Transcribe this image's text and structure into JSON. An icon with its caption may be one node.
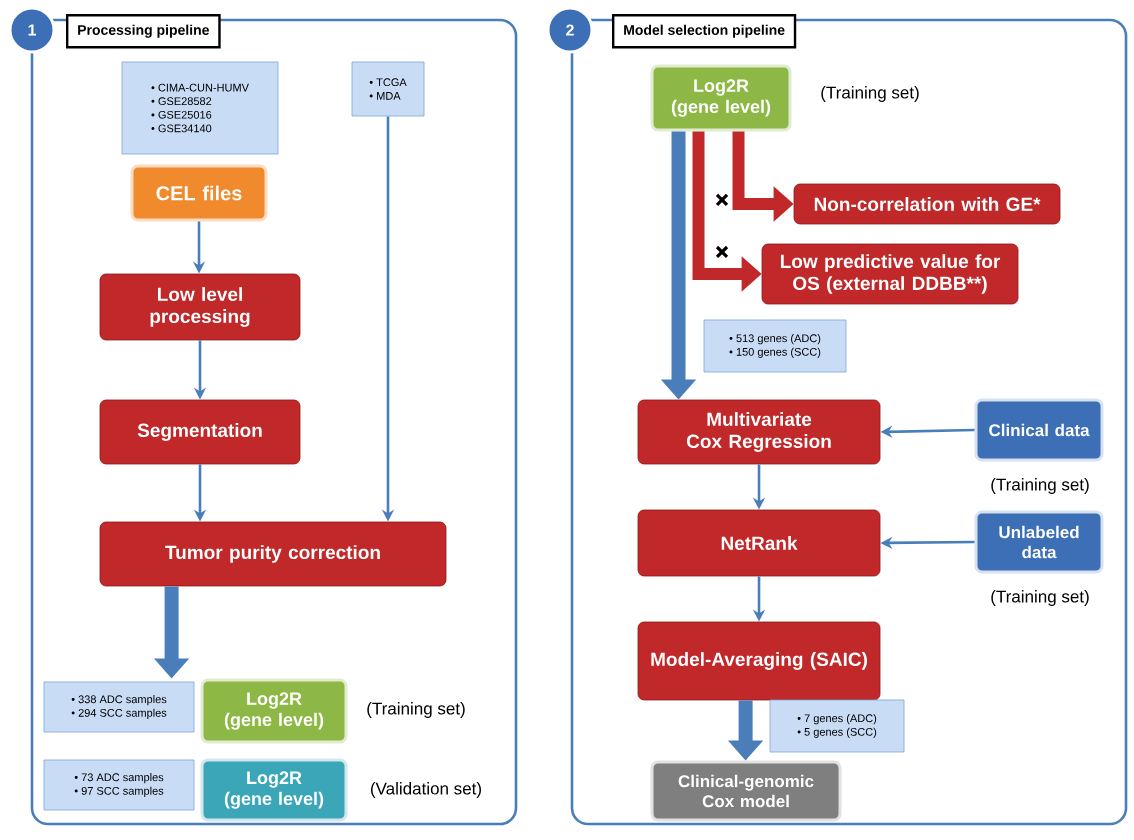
{
  "diagram": {
    "nodes": [
      {
        "text": [
          "Processing pipeline"
        ]
      },
      {
        "text": [
          "• CIMA-CUN-HUMV",
          "• GSE28582",
          "• GSE25016",
          "• GSE34140"
        ],
        "in": 0
      },
      {
        "text": [
          "CEL files"
        ],
        "in": 0
      },
      {
        "text": [
          "• TCGA",
          "• MDA"
        ],
        "in": 0
      },
      {
        "text": [
          "Low level processing"
        ],
        "in": 0
      },
      {
        "text": [
          "Segmentation"
        ],
        "in": 0
      },
      {
        "text": [
          "Tumor purity correction"
        ],
        "in": 0
      },
      {
        "text": [
          "• 338 ADC samples",
          "• 294 SCC samples"
        ],
        "in": 0
      },
      {
        "text": [
          "Log2R (gene level)"
        ],
        "in": 0,
        "beside": [
          "(Training set)"
        ]
      },
      {
        "text": [
          "• 73 ADC samples",
          "• 97 SCC samples"
        ],
        "in": 0
      },
      {
        "text": [
          "Log2R (gene level)"
        ],
        "in": 0,
        "beside": [
          "(Validation set)"
        ]
      },
      {
        "text": [
          "Model selection pipeline"
        ]
      },
      {
        "text": [
          "Log2R (gene level)"
        ],
        "in": 11,
        "beside": [
          "(Training set)"
        ]
      },
      {
        "text": [
          "Non-correlation with GE*"
        ],
        "in": 11
      },
      {
        "text": [
          "Low predictive value for OS (external DDBB**)"
        ],
        "in": 11
      },
      {
        "text": [
          "• 513 genes (ADC)",
          "• 150 genes (SCC)"
        ],
        "in": 11
      },
      {
        "text": [
          "Multivariate Cox Regression"
        ],
        "in": 11
      },
      {
        "text": [
          "Clinical data"
        ],
        "in": 11,
        "beside": [
          "(Training set)"
        ]
      },
      {
        "text": [
          "NetRank"
        ],
        "in": 11
      },
      {
        "text": [
          "Unlabeled data"
        ],
        "in": 11,
        "beside": [
          "(Training set)"
        ]
      },
      {
        "text": [
          "Model-Averaging (SAIC)"
        ],
        "in": 11
      },
      {
        "text": [
          "• 7 genes (ADC)",
          "• 5 genes (SCC)"
        ],
        "in": 11
      },
      {
        "text": [
          "Clinical-genomic Cox model"
        ],
        "in": 11
      }
    ],
    "edges": [
      {
        "from": 2,
        "to": 4,
        "arrow": "to"
      },
      {
        "from": 4,
        "to": 5,
        "arrow": "to"
      },
      {
        "from": 5,
        "to": 6,
        "arrow": "to"
      },
      {
        "from": 3,
        "to": 6,
        "arrow": "to"
      },
      {
        "from": 6,
        "to": 8,
        "arrow": "to",
        "style": "thick"
      },
      {
        "from": 12,
        "to": 16,
        "arrow": "to",
        "style": "thick"
      },
      {
        "from": 12,
        "to": 13,
        "arrow": "to",
        "style": "thick",
        "color": "#c0282a"
      },
      {
        "from": 12,
        "to": 14,
        "arrow": "to",
        "style": "thick",
        "color": "#c0282a"
      },
      {
        "from": 17,
        "to": 16,
        "arrow": "to"
      },
      {
        "from": 16,
        "to": 18,
        "arrow": "to"
      },
      {
        "from": 19,
        "to": 18,
        "arrow": "to"
      },
      {
        "from": 18,
        "to": 20,
        "arrow": "to"
      },
      {
        "from": 20,
        "to": 22,
        "arrow": "to",
        "style": "thick"
      }
    ],
    "labels": [
      "1",
      "2"
    ]
  }
}
